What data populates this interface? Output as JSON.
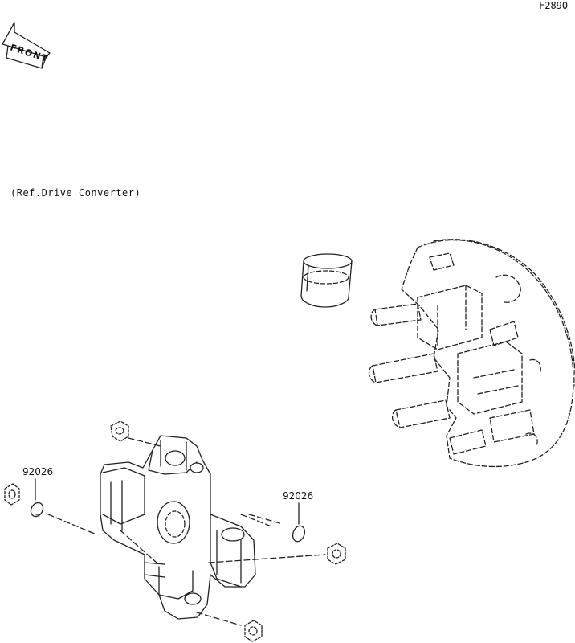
{
  "figure_id": "F2890",
  "front_arrow_text": "FRONT",
  "reference_note": "(Ref.Drive Converter)",
  "part_numbers": {
    "left": "92026",
    "right": "92026"
  },
  "colors": {
    "line": "#222222",
    "background": "#ffffff"
  }
}
